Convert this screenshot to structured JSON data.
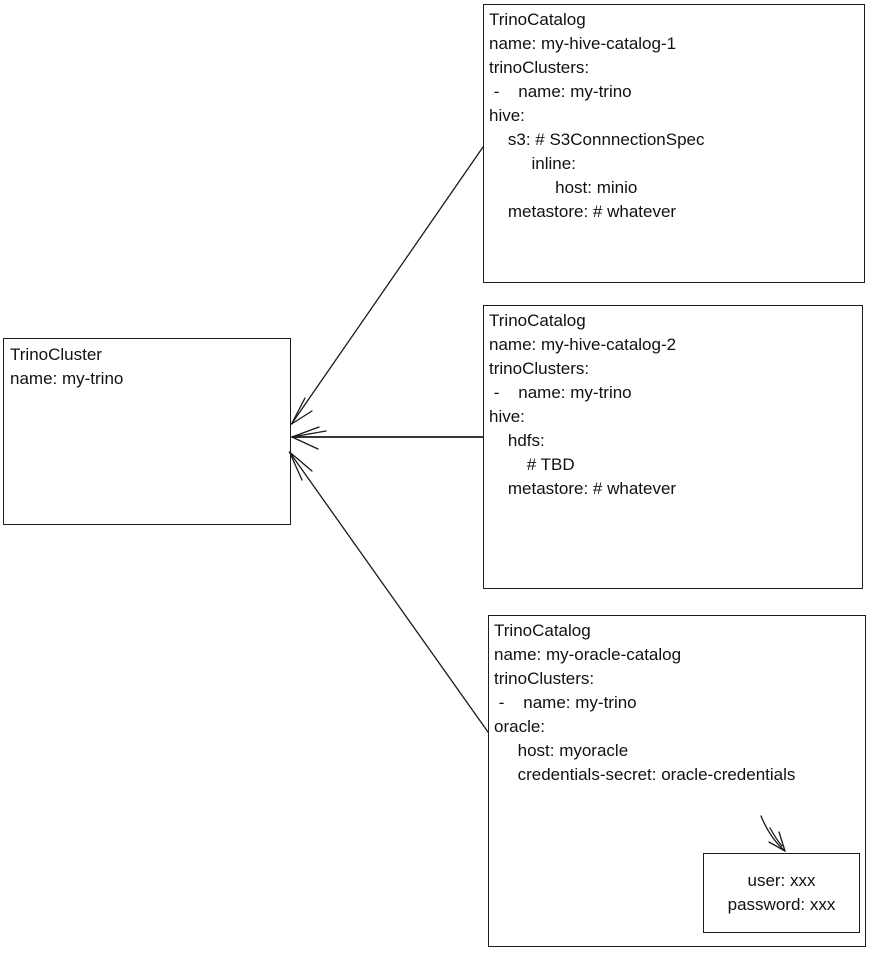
{
  "colors": {
    "ink": "#1a1a1a",
    "background": "#ffffff"
  },
  "diagram": {
    "cluster": {
      "lines": [
        "TrinoCluster",
        "name: my-trino"
      ]
    },
    "catalogs": [
      {
        "lines": [
          "TrinoCatalog",
          "name: my-hive-catalog-1",
          "trinoClusters:",
          " -    name: my-trino",
          "hive:",
          "    s3: # S3ConnnectionSpec",
          "         inline:",
          "              host: minio",
          "    metastore: # whatever"
        ]
      },
      {
        "lines": [
          "TrinoCatalog",
          "name: my-hive-catalog-2",
          "trinoClusters:",
          " -    name: my-trino",
          "hive:",
          "    hdfs:",
          "        # TBD",
          "    metastore: # whatever"
        ]
      },
      {
        "lines": [
          "TrinoCatalog",
          "name: my-oracle-catalog",
          "trinoClusters:",
          " -    name: my-trino",
          "oracle:",
          "     host: myoracle",
          "     credentials-secret: oracle-credentials"
        ]
      }
    ],
    "secret": {
      "lines": [
        "user: xxx",
        "password: xxx"
      ]
    }
  }
}
